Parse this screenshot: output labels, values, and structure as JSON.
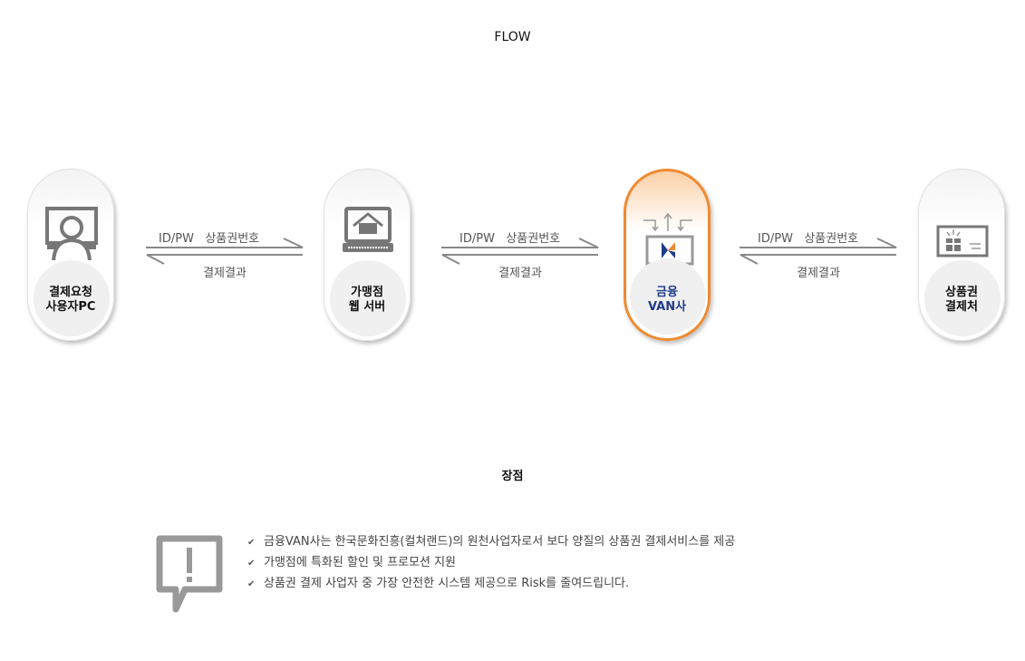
{
  "flow_title": "FLOW",
  "nodes": [
    {
      "line1": "결제요청",
      "line2": "사용자PC",
      "icon": "user-pc-icon"
    },
    {
      "line1": "가맹점",
      "line2": "웹 서버",
      "icon": "web-server-icon"
    },
    {
      "line1": "금융",
      "line2": "VAN사",
      "icon": "van-logo-icon"
    },
    {
      "line1": "상품권",
      "line2": "결제처",
      "icon": "gift-card-icon"
    }
  ],
  "arrows": [
    {
      "request": "ID/PW   상품권번호",
      "response": "결제결과"
    },
    {
      "request": "ID/PW   상품권번호",
      "response": "결제결과"
    },
    {
      "request": "ID/PW   상품권번호",
      "response": "결제결과"
    }
  ],
  "advantages_title": "장점",
  "advantages": [
    "금융VAN사는 한국문화진흥(컬쳐랜드)의 원천사업자로서 보다 양질의 상품권 결제서비스를 제공",
    "가맹점에 특화된 할인 및 프로모션 지원",
    "상품권 결제 사업자 중 가장 안전한 시스템 제공으로 Risk를 줄여드립니다."
  ],
  "colors": {
    "accent": "#f08a30",
    "van_text": "#1f3b8a",
    "icon_gray": "#777777"
  }
}
